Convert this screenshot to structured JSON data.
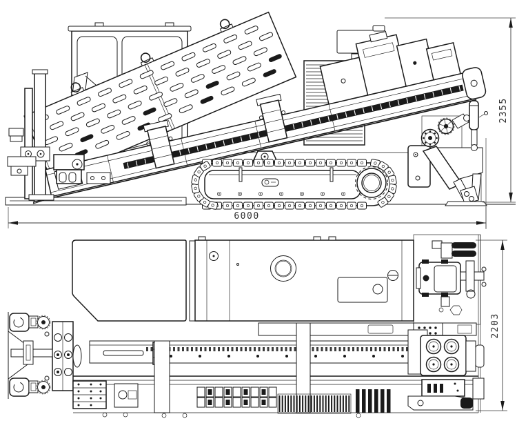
{
  "drawing": {
    "background": "#ffffff",
    "line_color": "#1a1a1a",
    "dimensions": {
      "side_length": "6000",
      "side_height": "2355",
      "plan_width": "2203"
    }
  }
}
